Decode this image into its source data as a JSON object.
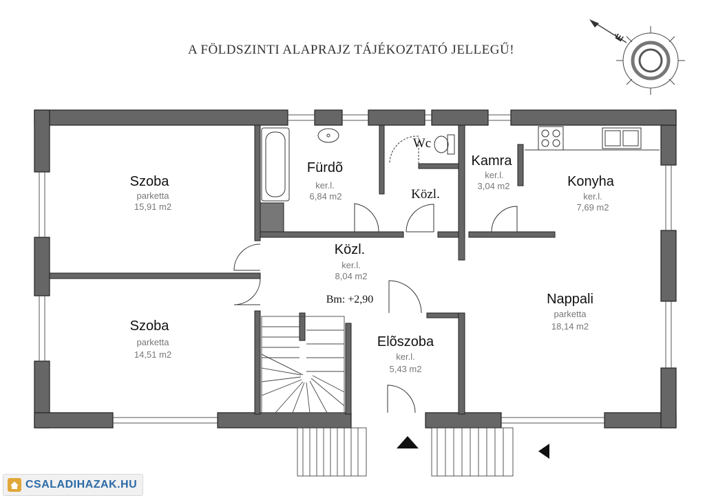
{
  "title": "A FÖLDSZINTI ALAPRAJZ TÁJÉKOZTATÓ JELLEGŰ!",
  "compass": {
    "north_letter": "É"
  },
  "rooms": [
    {
      "name": "Szoba",
      "floor": "parketta",
      "area": "15,91  m2"
    },
    {
      "name": "Fürdõ",
      "floor": "ker.l.",
      "area": "6,84  m2"
    },
    {
      "name": "Wc"
    },
    {
      "name": "Közl."
    },
    {
      "name": "Kamra",
      "floor": "ker.l.",
      "area": "3,04  m2"
    },
    {
      "name": "Konyha",
      "floor": "ker.l.",
      "area": "7,69  m2"
    },
    {
      "name": "Közl.",
      "floor": "ker.l.",
      "area": "8,04  m2"
    },
    {
      "name": "Szoba",
      "floor": "parketta",
      "area": "14,51  m2"
    },
    {
      "name": "Nappali",
      "floor": "parketta",
      "area": "18,14  m2"
    },
    {
      "name": "Elõszoba",
      "floor": "ker.l.",
      "area": "5,43  m2"
    }
  ],
  "level_note": "Bm: +2,90",
  "watermark": {
    "text": "CSALADIHAZAK.HU"
  },
  "colors": {
    "wall": "#666666",
    "wall_stroke": "#222222",
    "line": "#333333",
    "text": "#111111",
    "subtext": "#777777",
    "brand": "#2a6aa8"
  }
}
